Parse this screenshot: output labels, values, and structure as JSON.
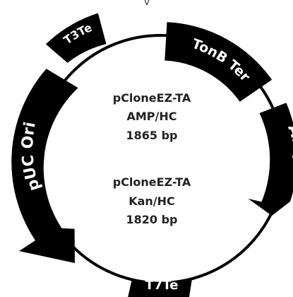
{
  "colors": {
    "feature": "#000000",
    "feature_text": "#ffffff",
    "backbone": "#000000",
    "center_text": "#222222"
  },
  "features": [
    {
      "name": "TonB Ter",
      "type": "block"
    },
    {
      "name": "AmpR/KanR",
      "type": "arrow",
      "direction": "clockwise"
    },
    {
      "name": "T7Te",
      "type": "block"
    },
    {
      "name": "pUC Ori",
      "type": "arrow",
      "direction": "counterclockwise"
    },
    {
      "name": "T3Te",
      "type": "block"
    }
  ],
  "top_marker": "V",
  "center": {
    "vector1": {
      "name": "pCloneEZ-TA",
      "variant": "AMP/HC",
      "size": "1865 bp"
    },
    "vector2": {
      "name": "pCloneEZ-TA",
      "variant": "Kan/HC",
      "size": "1820 bp"
    }
  }
}
